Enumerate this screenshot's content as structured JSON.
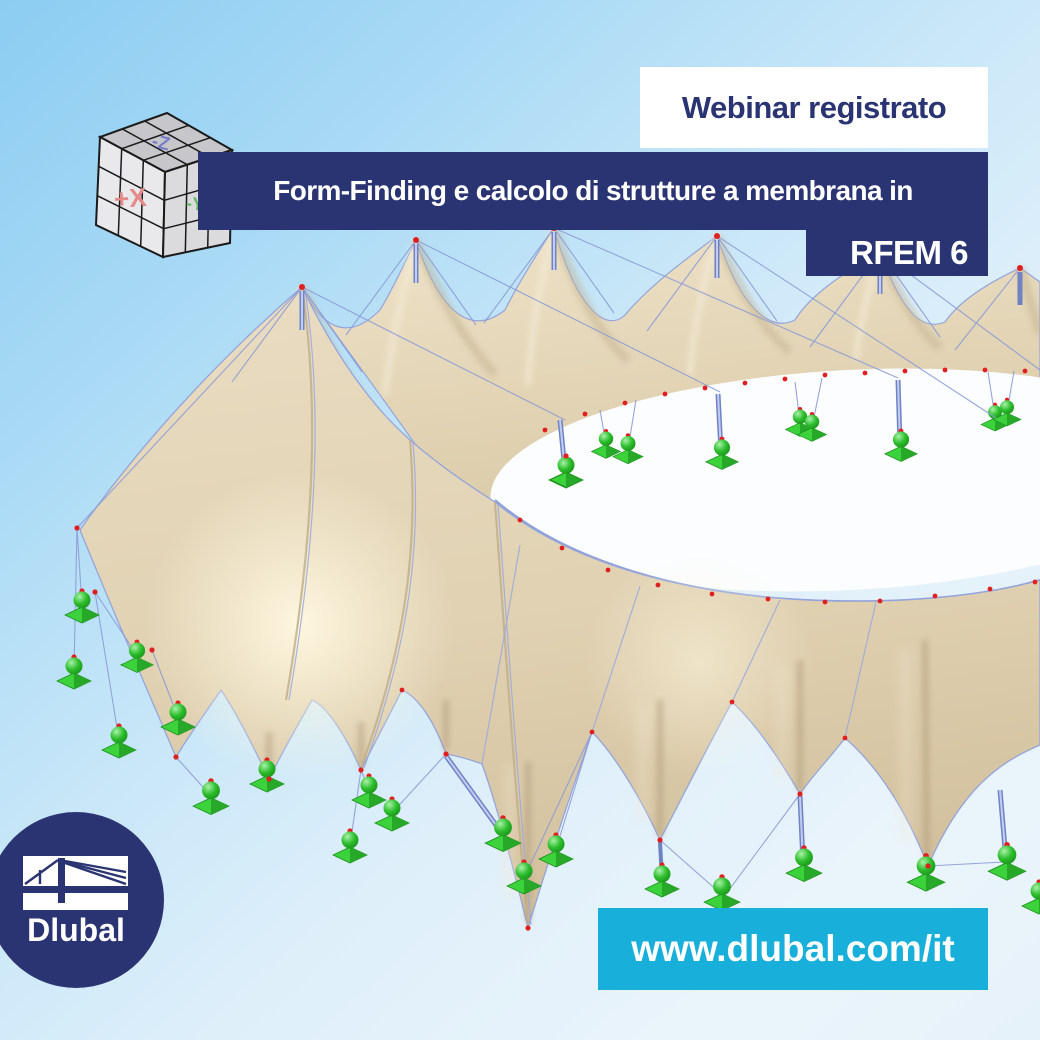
{
  "badge": {
    "label": "Webinar registrato"
  },
  "title": {
    "line1": "Form-Finding e calcolo di strutture a membrana in",
    "line2": "RFEM 6"
  },
  "url_banner": {
    "text": "www.dlubal.com/it"
  },
  "logo": {
    "brand": "Dlubal"
  },
  "axis_cube": {
    "front": "+X",
    "top": "-Z",
    "side": "-Y"
  },
  "colors": {
    "navy": "#2B3472",
    "cyan": "#18AFDA",
    "membrane": "#E2D4B8",
    "membrane_shadow": "#C9B897",
    "cable": "#8C9CD6",
    "support_green": "#2DBE2D",
    "node_red": "#E02020",
    "sky_top": "#8CCDF2",
    "sky_bottom": "#EAF4FB",
    "opening_white": "#FBFDFF"
  }
}
